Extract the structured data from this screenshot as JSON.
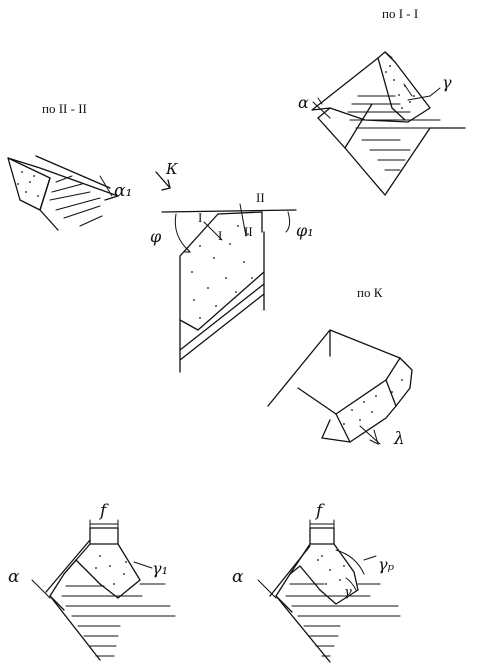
{
  "section_labels": {
    "view_I": "по I - I",
    "view_II": "по II - II",
    "view_K": "по К"
  },
  "symbols": {
    "kappa": "К",
    "phi": "φ",
    "phi1": "φ₁",
    "alpha": "α",
    "alpha1": "α₁",
    "gamma": "γ",
    "gamma1": "γ₁",
    "gamma_p": "γₚ",
    "lambda": "λ",
    "f": "f",
    "roman_I": "I",
    "roman_II": "II"
  }
}
